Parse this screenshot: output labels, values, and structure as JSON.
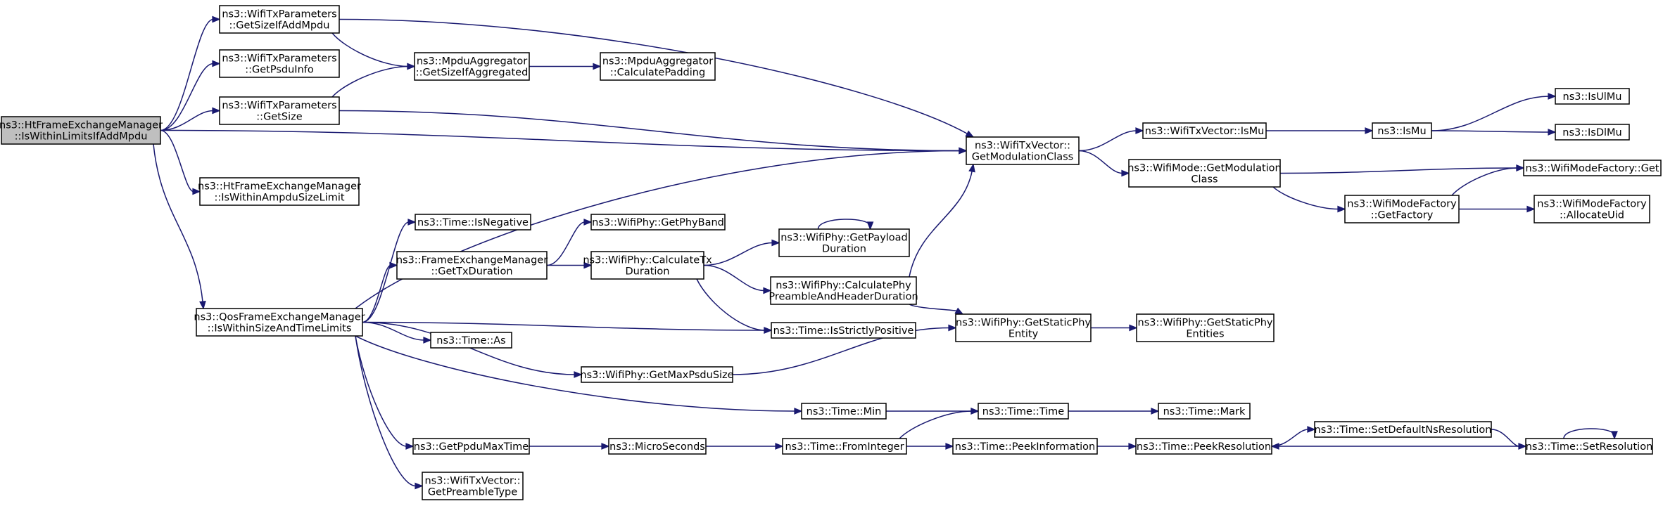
{
  "graph": {
    "type": "call-graph",
    "colors": {
      "edge": "#191970",
      "node_fill": "#ffffff",
      "root_fill": "#bfbfbf",
      "border": "#000000"
    },
    "root": "n_root",
    "nodes": [
      {
        "id": "n_root",
        "lines": [
          "ns3::HtFrameExchangeManager",
          "::IsWithinLimitsIfAddMpdu"
        ]
      },
      {
        "id": "n_getSizeIfAdd",
        "lines": [
          "ns3::WifiTxParameters",
          "::GetSizeIfAddMpdu"
        ]
      },
      {
        "id": "n_getPsduInfo",
        "lines": [
          "ns3::WifiTxParameters",
          "::GetPsduInfo"
        ]
      },
      {
        "id": "n_getSize",
        "lines": [
          "ns3::WifiTxParameters",
          "::GetSize"
        ]
      },
      {
        "id": "n_ampduLimit",
        "lines": [
          "ns3::HtFrameExchangeManager",
          "::IsWithinAmpduSizeLimit"
        ]
      },
      {
        "id": "n_qos",
        "lines": [
          "ns3::QosFrameExchangeManager",
          "::IsWithinSizeAndTimeLimits"
        ]
      },
      {
        "id": "n_mpduAggSize",
        "lines": [
          "ns3::MpduAggregator",
          "::GetSizeIfAggregated"
        ]
      },
      {
        "id": "n_calcPadding",
        "lines": [
          "ns3::MpduAggregator",
          "::CalculatePadding"
        ]
      },
      {
        "id": "n_modClass",
        "lines": [
          "ns3::WifiTxVector::",
          "GetModulationClass"
        ]
      },
      {
        "id": "n_isMuVec",
        "lines": [
          "ns3::WifiTxVector::IsMu"
        ]
      },
      {
        "id": "n_isMu",
        "lines": [
          "ns3::IsMu"
        ]
      },
      {
        "id": "n_isUlMu",
        "lines": [
          "ns3::IsUlMu"
        ]
      },
      {
        "id": "n_isDlMu",
        "lines": [
          "ns3::IsDlMu"
        ]
      },
      {
        "id": "n_modeGetMod",
        "lines": [
          "ns3::WifiMode::GetModulation",
          "Class"
        ]
      },
      {
        "id": "n_factoryGet",
        "lines": [
          "ns3::WifiModeFactory::Get"
        ]
      },
      {
        "id": "n_getFactory",
        "lines": [
          "ns3::WifiModeFactory",
          "::GetFactory"
        ]
      },
      {
        "id": "n_allocUid",
        "lines": [
          "ns3::WifiModeFactory",
          "::AllocateUid"
        ]
      },
      {
        "id": "n_isNeg",
        "lines": [
          "ns3::Time::IsNegative"
        ]
      },
      {
        "id": "n_fxTxDur",
        "lines": [
          "ns3::FrameExchangeManager",
          "::GetTxDuration"
        ]
      },
      {
        "id": "n_getPhyBand",
        "lines": [
          "ns3::WifiPhy::GetPhyBand"
        ]
      },
      {
        "id": "n_calcTxDur",
        "lines": [
          "ns3::WifiPhy::CalculateTx",
          "Duration"
        ]
      },
      {
        "id": "n_payloadDur",
        "lines": [
          "ns3::WifiPhy::GetPayload",
          "Duration"
        ]
      },
      {
        "id": "n_preamble",
        "lines": [
          "ns3::WifiPhy::CalculatePhy",
          "PreambleAndHeaderDuration"
        ]
      },
      {
        "id": "n_strictPos",
        "lines": [
          "ns3::Time::IsStrictlyPositive"
        ]
      },
      {
        "id": "n_staticPhyEntity",
        "lines": [
          "ns3::WifiPhy::GetStaticPhy",
          "Entity"
        ]
      },
      {
        "id": "n_staticPhyEntities",
        "lines": [
          "ns3::WifiPhy::GetStaticPhy",
          "Entities"
        ]
      },
      {
        "id": "n_as",
        "lines": [
          "ns3::Time::As"
        ]
      },
      {
        "id": "n_maxPsdu",
        "lines": [
          "ns3::WifiPhy::GetMaxPsduSize"
        ]
      },
      {
        "id": "n_min",
        "lines": [
          "ns3::Time::Min"
        ]
      },
      {
        "id": "n_time",
        "lines": [
          "ns3::Time::Time"
        ]
      },
      {
        "id": "n_mark",
        "lines": [
          "ns3::Time::Mark"
        ]
      },
      {
        "id": "n_ppduMax",
        "lines": [
          "ns3::GetPpduMaxTime"
        ]
      },
      {
        "id": "n_micro",
        "lines": [
          "ns3::MicroSeconds"
        ]
      },
      {
        "id": "n_fromInt",
        "lines": [
          "ns3::Time::FromInteger"
        ]
      },
      {
        "id": "n_peekInfo",
        "lines": [
          "ns3::Time::PeekInformation"
        ]
      },
      {
        "id": "n_peekRes",
        "lines": [
          "ns3::Time::PeekResolution"
        ]
      },
      {
        "id": "n_setDefNs",
        "lines": [
          "ns3::Time::SetDefaultNsResolution"
        ]
      },
      {
        "id": "n_setRes",
        "lines": [
          "ns3::Time::SetResolution"
        ]
      },
      {
        "id": "n_preambleType",
        "lines": [
          "ns3::WifiTxVector::",
          "GetPreambleType"
        ]
      }
    ],
    "edges": [
      {
        "from": "n_root",
        "to": "n_getSizeIfAdd"
      },
      {
        "from": "n_root",
        "to": "n_getPsduInfo"
      },
      {
        "from": "n_root",
        "to": "n_getSize"
      },
      {
        "from": "n_root",
        "to": "n_modClass"
      },
      {
        "from": "n_root",
        "to": "n_ampduLimit"
      },
      {
        "from": "n_root",
        "to": "n_qos"
      },
      {
        "from": "n_getSizeIfAdd",
        "to": "n_mpduAggSize"
      },
      {
        "from": "n_getSizeIfAdd",
        "to": "n_modClass"
      },
      {
        "from": "n_getSize",
        "to": "n_mpduAggSize"
      },
      {
        "from": "n_getSize",
        "to": "n_modClass"
      },
      {
        "from": "n_mpduAggSize",
        "to": "n_calcPadding"
      },
      {
        "from": "n_modClass",
        "to": "n_isMuVec"
      },
      {
        "from": "n_modClass",
        "to": "n_modeGetMod"
      },
      {
        "from": "n_isMuVec",
        "to": "n_isMu"
      },
      {
        "from": "n_isMu",
        "to": "n_isUlMu"
      },
      {
        "from": "n_isMu",
        "to": "n_isDlMu"
      },
      {
        "from": "n_modeGetMod",
        "to": "n_factoryGet"
      },
      {
        "from": "n_modeGetMod",
        "to": "n_getFactory"
      },
      {
        "from": "n_getFactory",
        "to": "n_factoryGet"
      },
      {
        "from": "n_getFactory",
        "to": "n_allocUid"
      },
      {
        "from": "n_qos",
        "to": "n_modClass"
      },
      {
        "from": "n_qos",
        "to": "n_isNeg"
      },
      {
        "from": "n_qos",
        "to": "n_fxTxDur"
      },
      {
        "from": "n_qos",
        "to": "n_strictPos"
      },
      {
        "from": "n_qos",
        "to": "n_as"
      },
      {
        "from": "n_qos",
        "to": "n_maxPsdu"
      },
      {
        "from": "n_qos",
        "to": "n_min"
      },
      {
        "from": "n_qos",
        "to": "n_ppduMax"
      },
      {
        "from": "n_qos",
        "to": "n_preambleType"
      },
      {
        "from": "n_fxTxDur",
        "to": "n_getPhyBand"
      },
      {
        "from": "n_fxTxDur",
        "to": "n_calcTxDur"
      },
      {
        "from": "n_calcTxDur",
        "to": "n_payloadDur"
      },
      {
        "from": "n_calcTxDur",
        "to": "n_preamble"
      },
      {
        "from": "n_calcTxDur",
        "to": "n_strictPos"
      },
      {
        "from": "n_payloadDur",
        "to": "n_payloadDur"
      },
      {
        "from": "n_preamble",
        "to": "n_modClass"
      },
      {
        "from": "n_preamble",
        "to": "n_staticPhyEntity"
      },
      {
        "from": "n_maxPsdu",
        "to": "n_staticPhyEntity"
      },
      {
        "from": "n_staticPhyEntity",
        "to": "n_staticPhyEntities"
      },
      {
        "from": "n_min",
        "to": "n_time"
      },
      {
        "from": "n_time",
        "to": "n_mark"
      },
      {
        "from": "n_ppduMax",
        "to": "n_micro"
      },
      {
        "from": "n_micro",
        "to": "n_fromInt"
      },
      {
        "from": "n_fromInt",
        "to": "n_time"
      },
      {
        "from": "n_fromInt",
        "to": "n_peekInfo"
      },
      {
        "from": "n_peekInfo",
        "to": "n_peekRes"
      },
      {
        "from": "n_peekRes",
        "to": "n_setDefNs"
      },
      {
        "from": "n_setDefNs",
        "to": "n_setRes"
      },
      {
        "from": "n_setRes",
        "to": "n_peekRes"
      },
      {
        "from": "n_setRes",
        "to": "n_setRes"
      }
    ]
  }
}
